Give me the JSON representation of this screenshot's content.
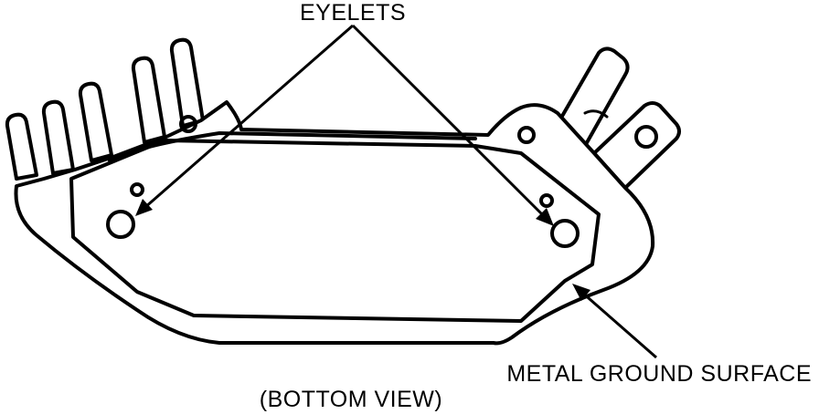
{
  "labels": {
    "eyelets": "EYELETS",
    "ground_surface": "METAL GROUND SURFACE",
    "view": "(BOTTOM VIEW)"
  },
  "colors": {
    "ink": "#000000",
    "background": "#ffffff"
  }
}
